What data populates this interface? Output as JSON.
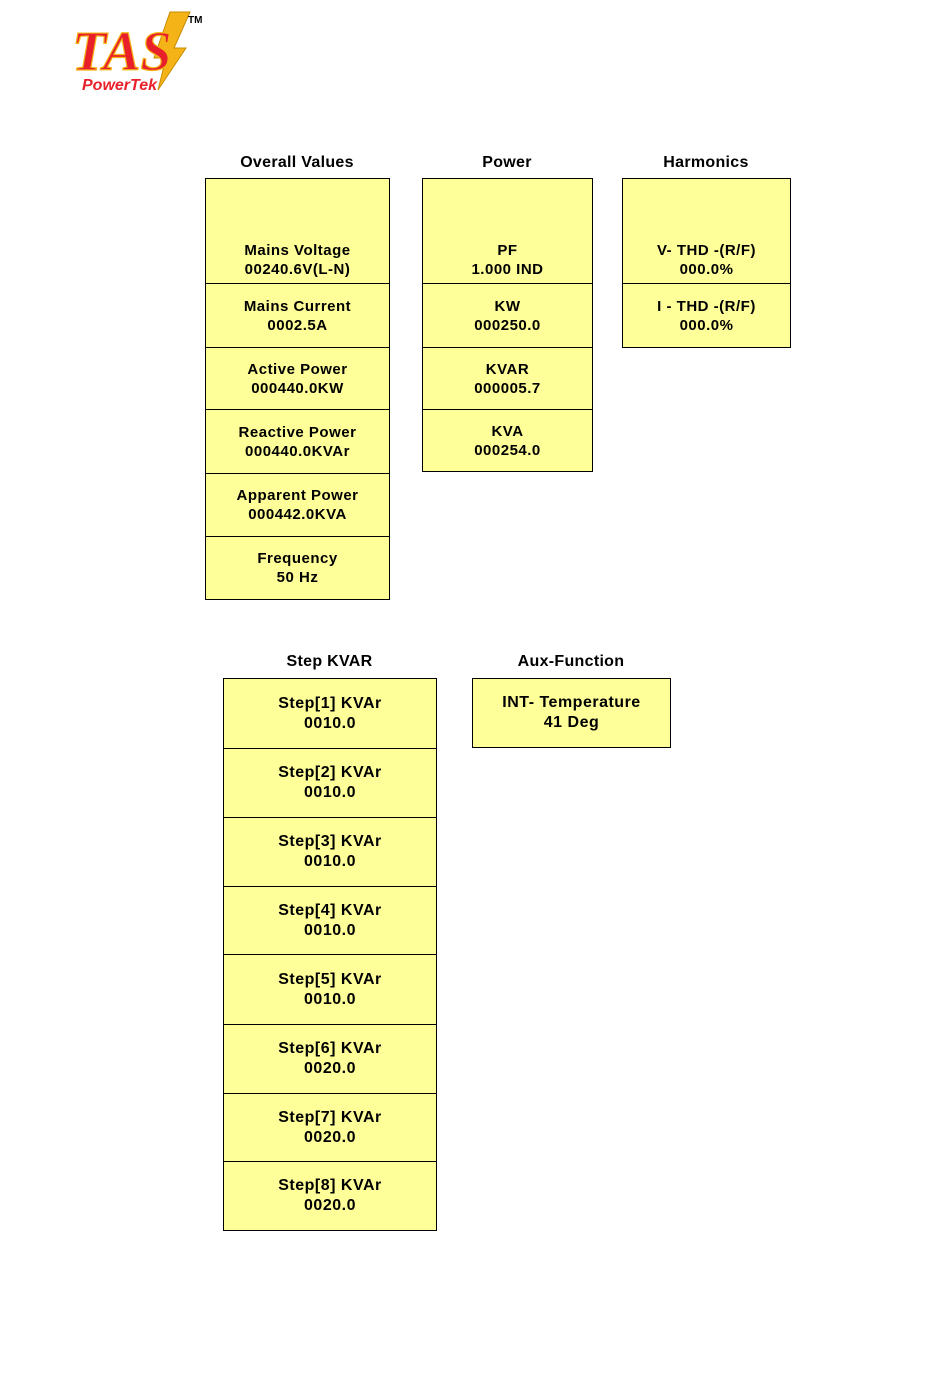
{
  "logo": {
    "main": "TAS",
    "sub": "PowerTek",
    "tm": "TM"
  },
  "overall": {
    "title": "Overall Values",
    "items": [
      {
        "label": "Mains Voltage",
        "value": "00240.6V(L-N)"
      },
      {
        "label": "Mains Current",
        "value": "0002.5A"
      },
      {
        "label": "Active Power",
        "value": "000440.0KW"
      },
      {
        "label": "Reactive Power",
        "value": "000440.0KVAr"
      },
      {
        "label": "Apparent Power",
        "value": "000442.0KVA"
      },
      {
        "label": "Frequency",
        "value": "50 Hz"
      }
    ]
  },
  "power": {
    "title": "Power",
    "items": [
      {
        "label": "PF",
        "value": "1.000 IND"
      },
      {
        "label": "KW",
        "value": "000250.0"
      },
      {
        "label": "KVAR",
        "value": "000005.7"
      },
      {
        "label": "KVA",
        "value": "000254.0"
      }
    ]
  },
  "harmonics": {
    "title": "Harmonics",
    "items": [
      {
        "label": "V- THD -(R/F)",
        "value": "000.0%"
      },
      {
        "label": "I - THD -(R/F)",
        "value": "000.0%"
      }
    ]
  },
  "step_kvar": {
    "title": "Step KVAR",
    "items": [
      {
        "label": "Step[1] KVAr",
        "value": "0010.0"
      },
      {
        "label": "Step[2] KVAr",
        "value": "0010.0"
      },
      {
        "label": "Step[3] KVAr",
        "value": "0010.0"
      },
      {
        "label": "Step[4] KVAr",
        "value": "0010.0"
      },
      {
        "label": "Step[5] KVAr",
        "value": "0010.0"
      },
      {
        "label": "Step[6] KVAr",
        "value": "0020.0"
      },
      {
        "label": "Step[7] KVAr",
        "value": "0020.0"
      },
      {
        "label": "Step[8] KVAr",
        "value": "0020.0"
      }
    ]
  },
  "aux": {
    "title": "Aux-Function",
    "items": [
      {
        "label": "INT- Temperature",
        "value": "41 Deg"
      }
    ]
  },
  "colors": {
    "cell_bg": "#ffff99",
    "logo_red": "#e8202a",
    "logo_gold": "#f4b418"
  }
}
